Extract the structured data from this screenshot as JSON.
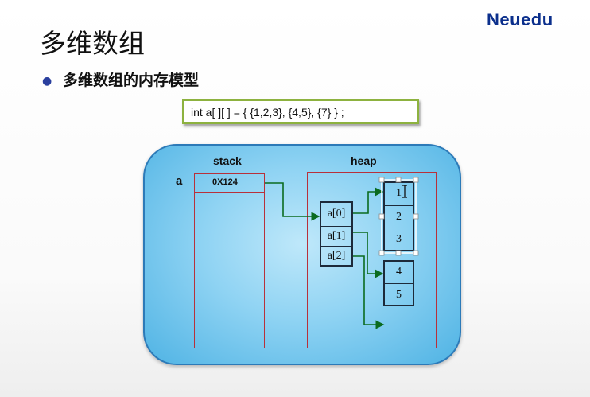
{
  "header": {
    "title": "多维数组",
    "logo": "Neuedu"
  },
  "bullet": {
    "text": "多维数组的内存模型"
  },
  "code": {
    "text": "int  a[ ][ ] = { {1,2,3}, {4,5}, {7} } ;"
  },
  "diagram": {
    "stack_label": "stack",
    "heap_label": "heap",
    "var_label": "a",
    "address": "0X124",
    "outer_array": [
      "a[0]",
      "a[1]",
      "a[2]"
    ],
    "row0": [
      "1",
      "2",
      "3"
    ],
    "row1": [
      "4",
      "5"
    ]
  },
  "colors": {
    "code_border": "#8db23f",
    "arrow": "#0b6b1f",
    "panel_edge": "#2c7ab8",
    "logo": "#0b2f8c"
  },
  "icons": {
    "bullet": "bullet-dot-icon",
    "text_cursor": "i-beam-cursor-icon"
  }
}
